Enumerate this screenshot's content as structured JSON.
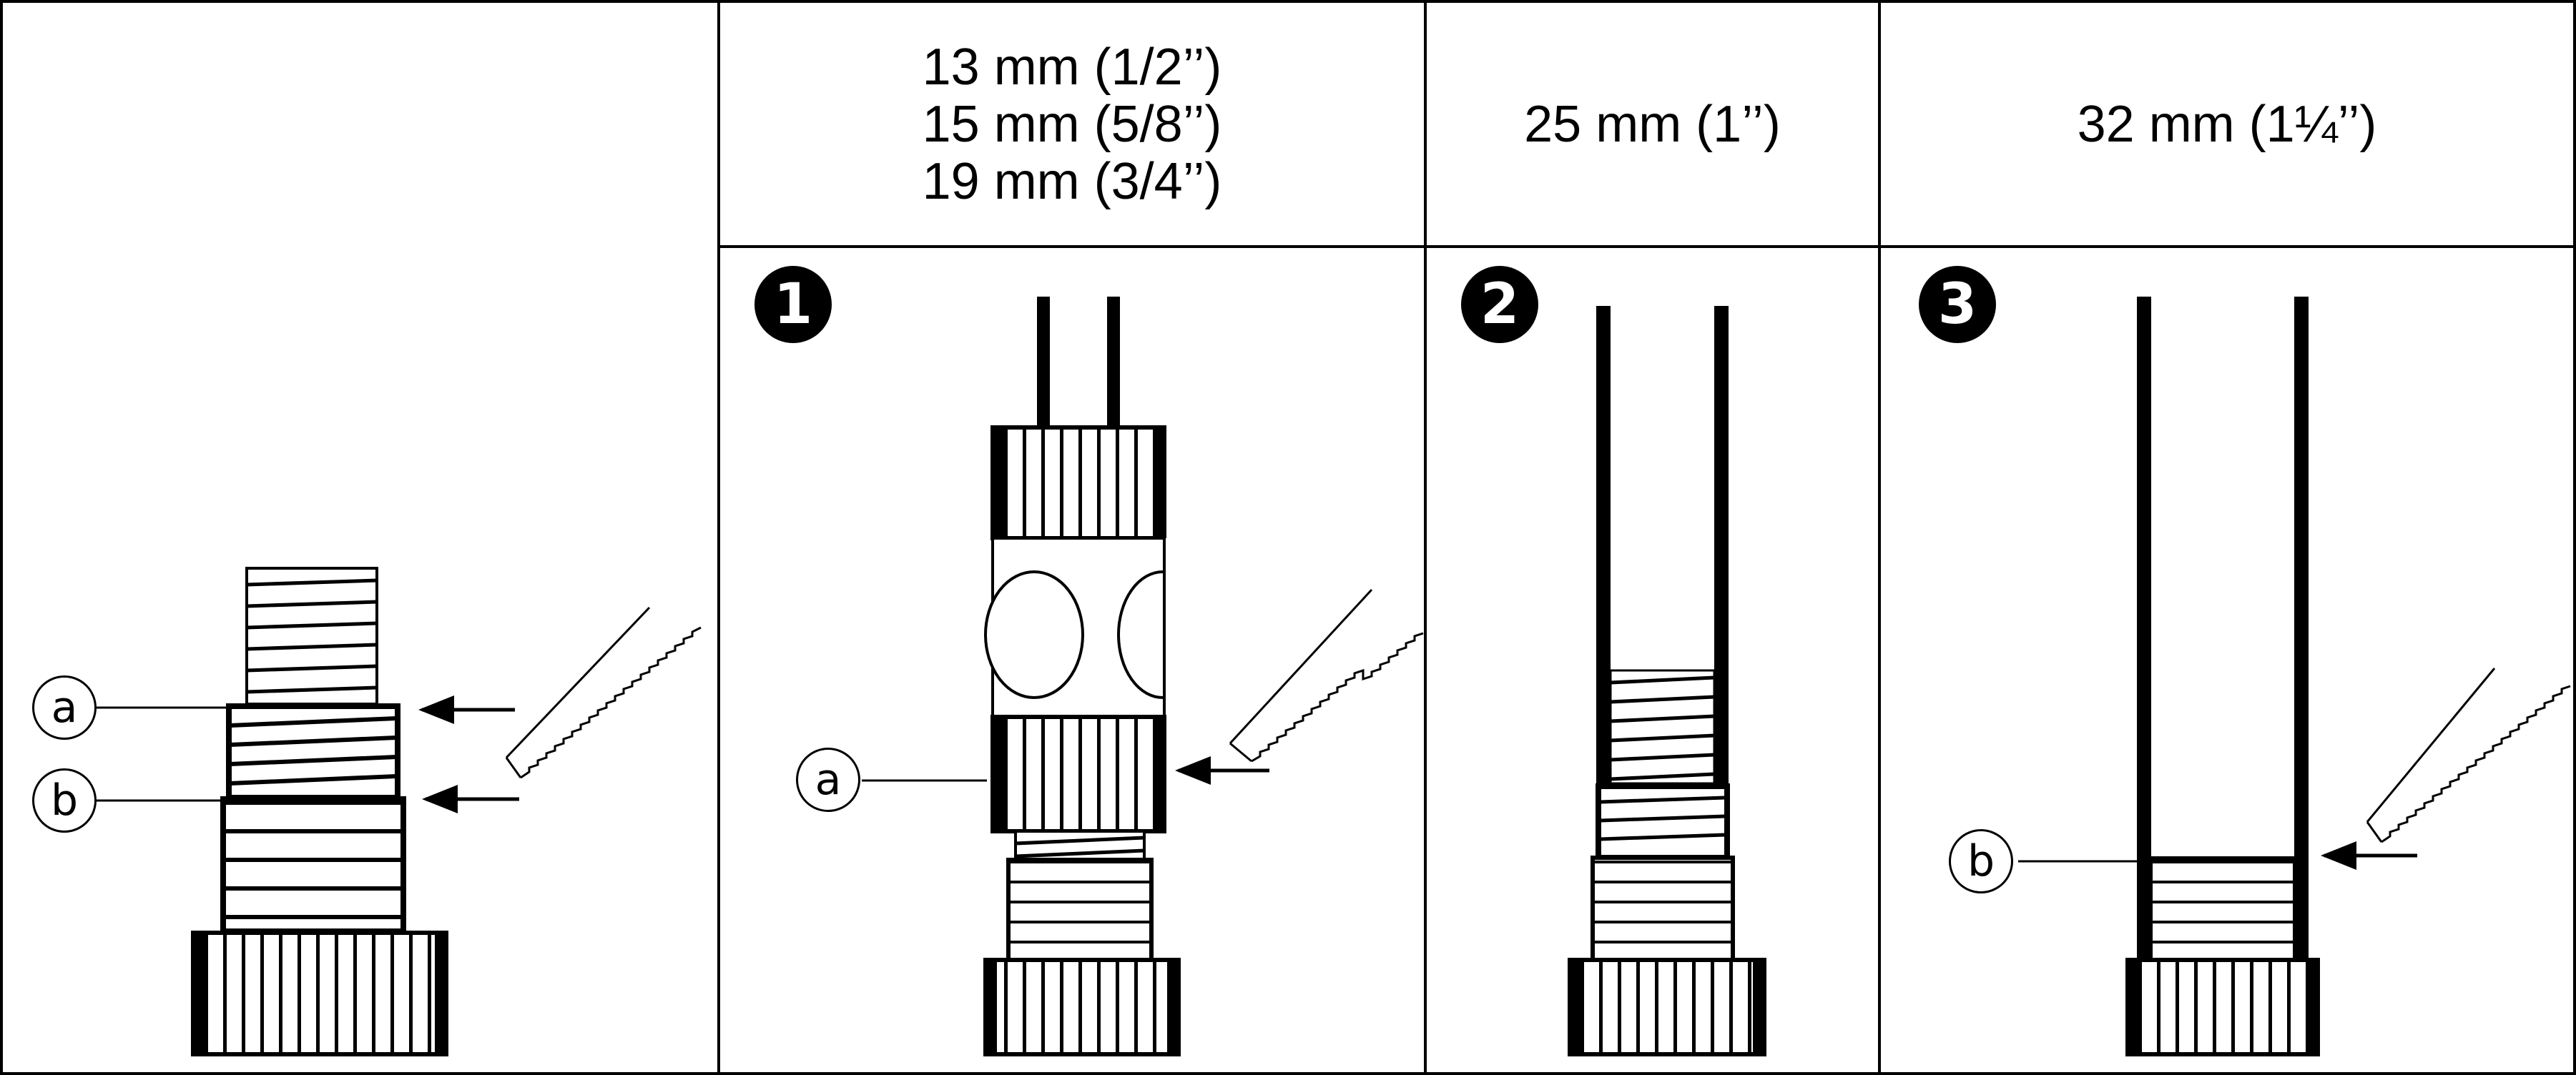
{
  "headers": {
    "col1": [
      "13 mm (1/2’’)",
      "15 mm (5/8’’)",
      "19 mm (3/4’’)"
    ],
    "col2": "25 mm (1’’)",
    "col3": "32 mm (1¼’’)"
  },
  "steps": [
    "1",
    "2",
    "3"
  ],
  "callouts": {
    "a": "a",
    "b": "b"
  },
  "icons": {
    "arrow": "arrow-left-icon",
    "saw": "saw-blade-icon",
    "step": "numbered-circle-icon"
  },
  "colors": {
    "ink": "#000000",
    "paper": "#ffffff"
  }
}
